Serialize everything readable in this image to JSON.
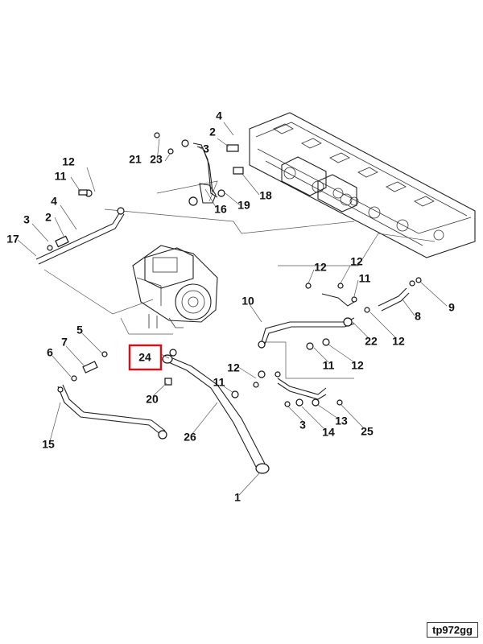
{
  "callouts": [
    {
      "id": "c-4-top",
      "label": "4"
    },
    {
      "id": "c-2-top",
      "label": "2"
    },
    {
      "id": "c-21",
      "label": "21"
    },
    {
      "id": "c-23",
      "label": "23"
    },
    {
      "id": "c-3-top",
      "label": "3"
    },
    {
      "id": "c-12-left",
      "label": "12"
    },
    {
      "id": "c-11-left",
      "label": "11"
    },
    {
      "id": "c-18",
      "label": "18"
    },
    {
      "id": "c-16",
      "label": "16"
    },
    {
      "id": "c-19",
      "label": "19"
    },
    {
      "id": "c-4-left",
      "label": "4"
    },
    {
      "id": "c-3-left",
      "label": "3"
    },
    {
      "id": "c-2-left",
      "label": "2"
    },
    {
      "id": "c-17",
      "label": "17"
    },
    {
      "id": "c-12-r1",
      "label": "12"
    },
    {
      "id": "c-12-r2",
      "label": "12"
    },
    {
      "id": "c-11-r1",
      "label": "11"
    },
    {
      "id": "c-9",
      "label": "9"
    },
    {
      "id": "c-8",
      "label": "8"
    },
    {
      "id": "c-10",
      "label": "10"
    },
    {
      "id": "c-22",
      "label": "22"
    },
    {
      "id": "c-12-r3",
      "label": "12"
    },
    {
      "id": "c-5",
      "label": "5"
    },
    {
      "id": "c-7",
      "label": "7"
    },
    {
      "id": "c-6",
      "label": "6"
    },
    {
      "id": "c-24",
      "label": "24"
    },
    {
      "id": "c-11-mid",
      "label": "11"
    },
    {
      "id": "c-12-mid2",
      "label": "12"
    },
    {
      "id": "c-12-mid",
      "label": "12"
    },
    {
      "id": "c-11-low",
      "label": "11"
    },
    {
      "id": "c-20",
      "label": "20"
    },
    {
      "id": "c-3-low",
      "label": "3"
    },
    {
      "id": "c-13",
      "label": "13"
    },
    {
      "id": "c-14",
      "label": "14"
    },
    {
      "id": "c-25",
      "label": "25"
    },
    {
      "id": "c-15",
      "label": "15"
    },
    {
      "id": "c-26",
      "label": "26"
    },
    {
      "id": "c-1",
      "label": "1"
    }
  ],
  "highlight": {
    "label": "24",
    "color": "#d0141e"
  },
  "reference_code": "tp972gg"
}
